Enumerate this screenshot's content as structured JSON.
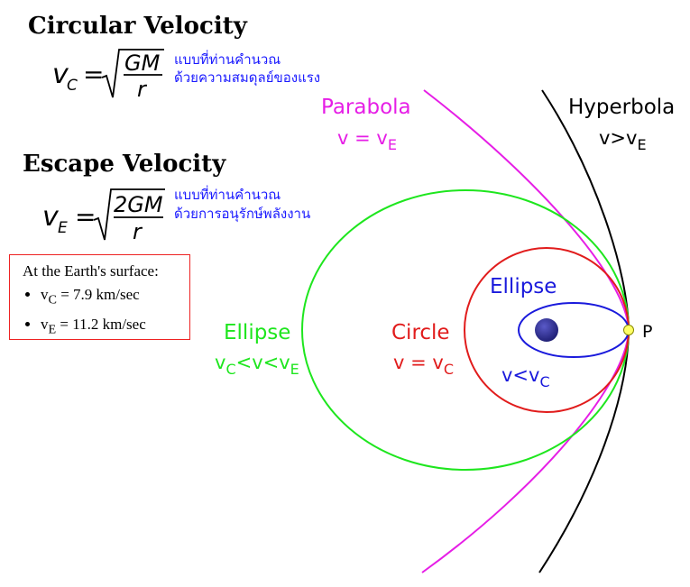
{
  "circular": {
    "title": "Circular Velocity",
    "formula_lhs": "v",
    "formula_sub": "C",
    "formula_num": "GM",
    "formula_den": "r",
    "note_line1": "แบบที่ท่านคำนวณ",
    "note_line2": "ด้วยความสมดุลย์ของแรง"
  },
  "escape": {
    "title": "Escape Velocity",
    "formula_lhs": "v",
    "formula_sub": "E",
    "formula_num": "2GM",
    "formula_den": "r",
    "note_line1": "แบบที่ท่านคำนวณ",
    "note_line2": "ด้วยการอนุรักษ์พลังงาน"
  },
  "surface_box": {
    "title": "At the Earth's surface:",
    "items": [
      {
        "var": "v",
        "sub": "C",
        "value": " = 7.9 km/sec"
      },
      {
        "var": "v",
        "sub": "E",
        "value": " = 11.2 km/sec"
      }
    ]
  },
  "orbits": {
    "parabola": {
      "name": "Parabola",
      "cond": "v = v",
      "cond_sub": "E",
      "color": "#e61ee6"
    },
    "hyperbola": {
      "name": "Hyperbola",
      "cond": "v>v",
      "cond_sub": "E",
      "color": "#000000"
    },
    "ellipse_large": {
      "name": "Ellipse",
      "cond": "v",
      "cond_sub1": "C",
      "cond_mid": "<v<v",
      "cond_sub2": "E",
      "color": "#1ee61e"
    },
    "circle": {
      "name": "Circle",
      "cond": "v = v",
      "cond_sub": "C",
      "color": "#e11c1c"
    },
    "ellipse_small": {
      "name": "Ellipse",
      "cond": "v<v",
      "cond_sub": "C",
      "color": "#1a1adc"
    },
    "point_label": "P"
  },
  "colors": {
    "planet": "#2a2a8a",
    "point": "#ffff66",
    "box_border": "#ee2222",
    "thai_text": "#1a1aff"
  }
}
